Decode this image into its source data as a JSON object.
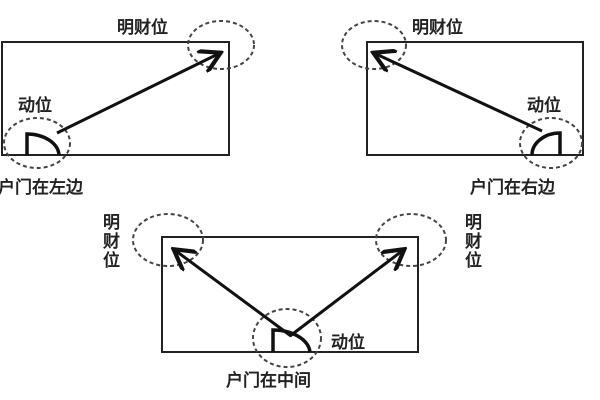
{
  "diagrams": [
    {
      "wealth_label": "明财位",
      "door_label": "动位",
      "caption": "户门在左边"
    },
    {
      "wealth_label": "明财位",
      "door_label": "动位",
      "caption": "户门在右边"
    },
    {
      "wealth_left": [
        "明",
        "财",
        "位"
      ],
      "wealth_right": [
        "明",
        "财",
        "位"
      ],
      "door_label": "动位",
      "caption": "户门在中间"
    }
  ]
}
